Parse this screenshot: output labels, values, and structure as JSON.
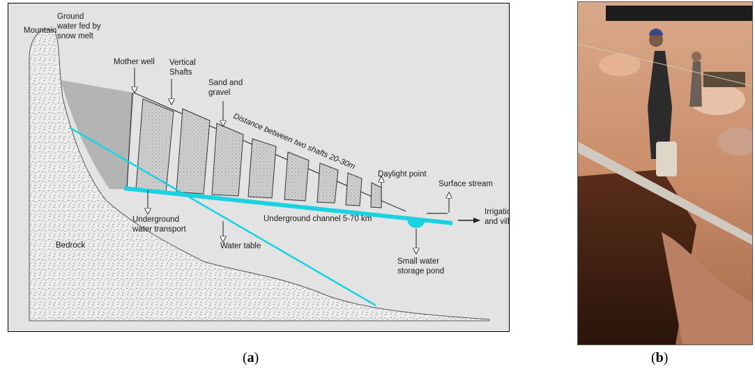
{
  "panel_a": {
    "labels": {
      "mountain": "Mountain",
      "ground_water": [
        "Ground",
        "water fed by",
        "snow melt"
      ],
      "mother_well": "Mother well",
      "vertical_shafts": [
        "Vertical",
        "Shafts"
      ],
      "sand_gravel": [
        "Sand and",
        "gravel"
      ],
      "distance": "Distance between two shafts 20-30m",
      "daylight_point": "Daylight point",
      "surface_stream": "Surface stream",
      "irrigation": [
        "Irrigation areas",
        "and villages"
      ],
      "underground_channel": "Underground channel 5-70 km",
      "underground_transport": [
        "Underground",
        "water transport"
      ],
      "water_table": "Water table",
      "bedrock": "Bedrock",
      "storage_pond": [
        "Small water",
        "storage pond"
      ]
    },
    "colors": {
      "water": "#19d3e0",
      "background": "#e3e3e3",
      "shaft_fill": "#c9c9c9",
      "aquifer": "#b4b4b4"
    }
  },
  "captions": {
    "a_open": "(",
    "a_letter": "a",
    "a_close": ")",
    "b_open": "(",
    "b_letter": "b",
    "b_close": ")"
  }
}
